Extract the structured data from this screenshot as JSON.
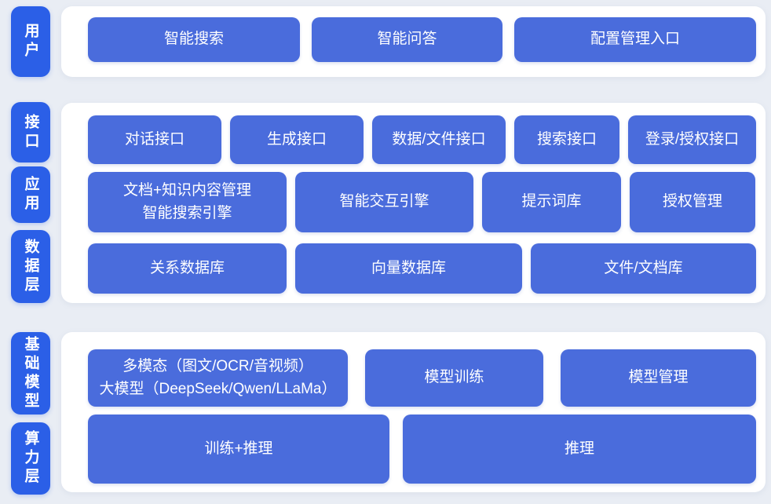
{
  "colors": {
    "page_background": "#e9edf4",
    "panel_background": "#ffffff",
    "layer_label_blue": "#2b5fe7",
    "block_blue": "#4a6cdc",
    "text_white": "#ffffff"
  },
  "layers": [
    {
      "id": "user",
      "label": "用户",
      "buttons": [
        "智能搜索",
        "智能问答",
        "配置管理入口"
      ]
    },
    {
      "id": "interface",
      "label": "接口",
      "buttons": [
        "对话接口",
        "生成接口",
        "数据/文件接口",
        "搜索接口",
        "登录/授权接口"
      ]
    },
    {
      "id": "application",
      "label": "应用",
      "buttons": [
        "文档+知识内容管理\n智能搜索引擎",
        "智能交互引擎",
        "提示词库",
        "授权管理"
      ]
    },
    {
      "id": "data",
      "label": "数据层",
      "buttons": [
        "关系数据库",
        "向量数据库",
        "文件/文档库"
      ]
    },
    {
      "id": "foundation-model",
      "label": "基础模型",
      "buttons": [
        "多模态（图文/OCR/音视频）\n大模型（DeepSeek/Qwen/LLaMa）",
        "模型训练",
        "模型管理"
      ]
    },
    {
      "id": "compute",
      "label": "算力层",
      "buttons": [
        "训练+推理",
        "推理"
      ]
    }
  ]
}
